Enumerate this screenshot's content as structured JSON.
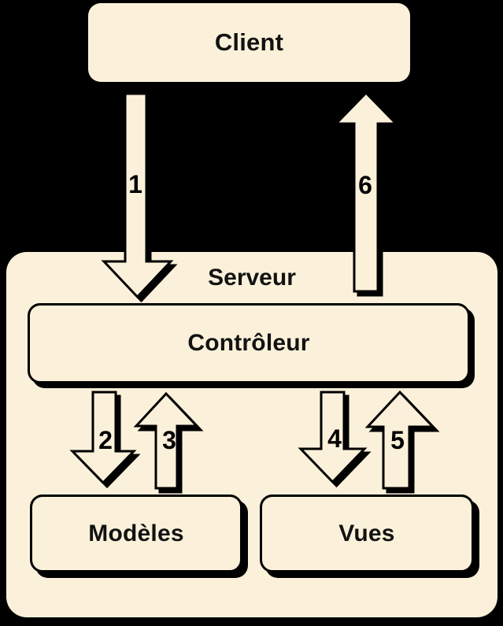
{
  "colors": {
    "background": "#000000",
    "fill": "#FBF1DA",
    "line": "#000000",
    "text": "#121212"
  },
  "nodes": {
    "client": {
      "label": "Client"
    },
    "serveur": {
      "label": "Serveur"
    },
    "controleur": {
      "label": "Contrôleur"
    },
    "modeles": {
      "label": "Modèles"
    },
    "vues": {
      "label": "Vues"
    }
  },
  "arrows": [
    {
      "label": "1",
      "direction": "down",
      "from": "client",
      "to": "controleur"
    },
    {
      "label": "2",
      "direction": "down",
      "from": "controleur",
      "to": "modeles"
    },
    {
      "label": "3",
      "direction": "up",
      "from": "modeles",
      "to": "controleur"
    },
    {
      "label": "4",
      "direction": "down",
      "from": "controleur",
      "to": "vues"
    },
    {
      "label": "5",
      "direction": "up",
      "from": "vues",
      "to": "controleur"
    },
    {
      "label": "6",
      "direction": "up",
      "from": "controleur",
      "to": "client"
    }
  ]
}
